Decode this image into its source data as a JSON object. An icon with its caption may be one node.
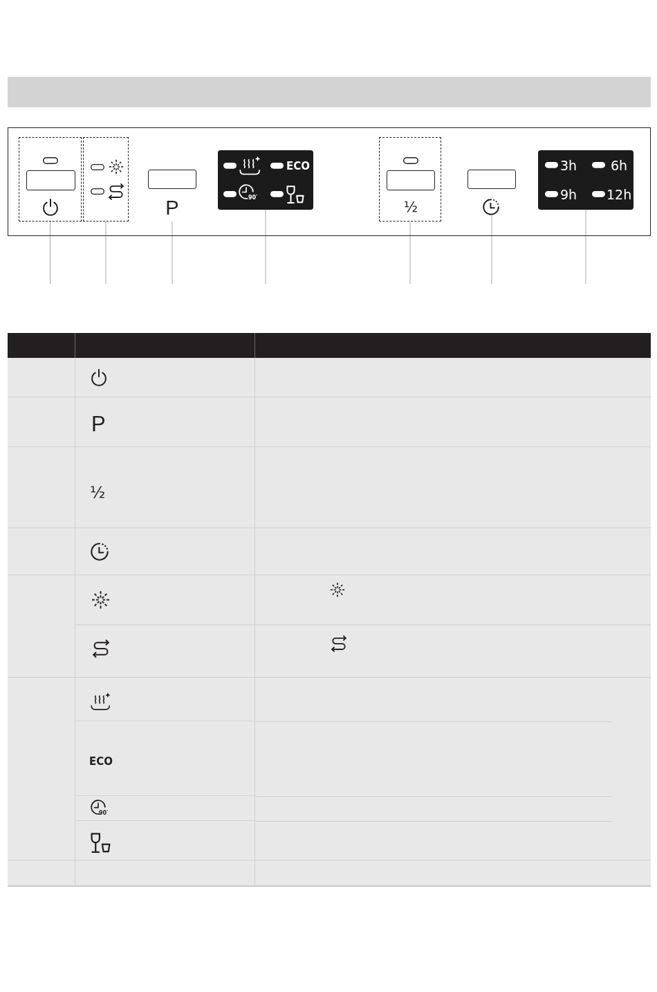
{
  "diagram": {
    "nodes": [
      {
        "text": [],
        "shape": "box"
      },
      {
        "text": [],
        "shape": "box"
      },
      {
        "text": [
          "P"
        ]
      },
      {
        "text": [
          "ECO",
          "90′"
        ]
      },
      {
        "text": [
          "½"
        ]
      },
      {
        "text": [],
        "shape": "box"
      },
      {
        "text": [
          "3h",
          "6h",
          "9h",
          "12h"
        ]
      }
    ],
    "edges": [
      {
        "from": null,
        "to": 0,
        "arrow": "none"
      },
      {
        "from": null,
        "to": 1,
        "arrow": "none"
      },
      {
        "from": null,
        "to": 2,
        "arrow": "none"
      },
      {
        "from": null,
        "to": 3,
        "arrow": "none"
      },
      {
        "from": null,
        "to": 4,
        "arrow": "none"
      },
      {
        "from": null,
        "to": 5,
        "arrow": "none"
      },
      {
        "from": null,
        "to": 6,
        "arrow": "none"
      }
    ],
    "labels": [
      "P",
      "½",
      "ECO",
      "90′"
    ]
  }
}
